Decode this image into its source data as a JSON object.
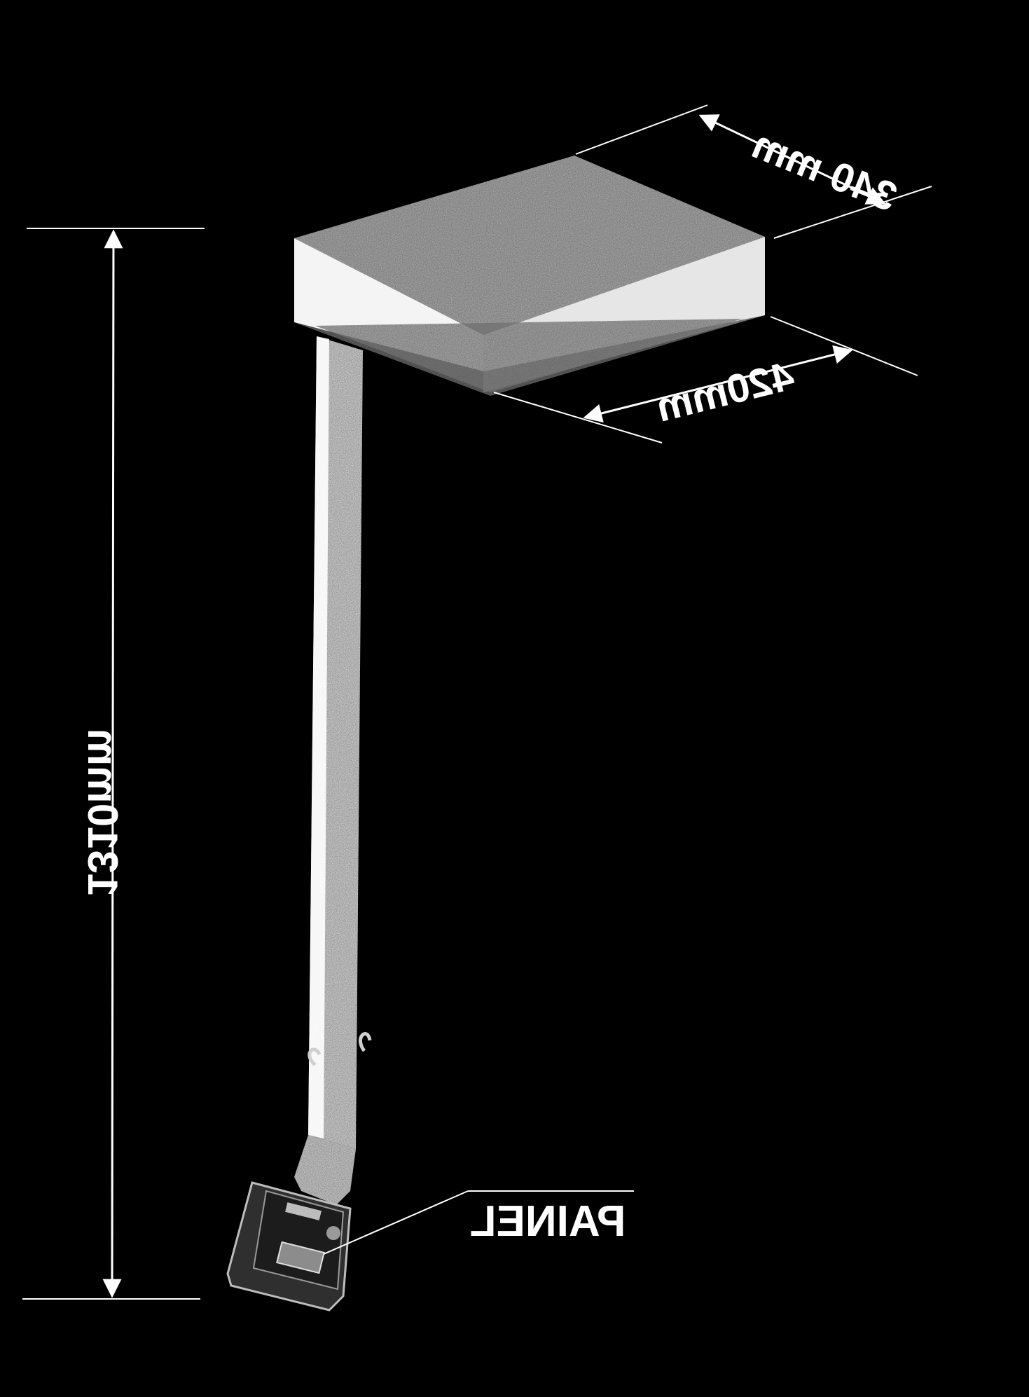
{
  "colors": {
    "background": "#000000",
    "linework": "#ffffff",
    "device_face": "#f2f2f2",
    "device_shadow": "#8a8a8a",
    "panel_body": "#2a2a2a"
  },
  "dimensions": {
    "width_label": "340 mm",
    "depth_label": "420mm",
    "height_label": "1310mm"
  },
  "callouts": {
    "panel_label": "PAINEL"
  },
  "rendering": {
    "mirrored": true
  }
}
